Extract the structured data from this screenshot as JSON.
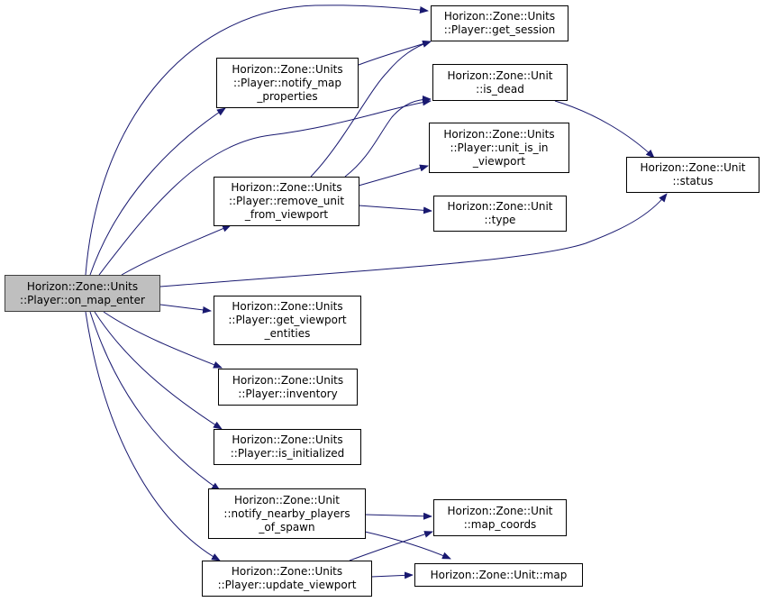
{
  "nodes": {
    "on_map_enter": {
      "lines": [
        "Horizon::Zone::Units",
        "::Player::on_map_enter"
      ]
    },
    "get_session": {
      "lines": [
        "Horizon::Zone::Units",
        "::Player::get_session"
      ]
    },
    "notify_map_properties": {
      "lines": [
        "Horizon::Zone::Units",
        "::Player::notify_map",
        "_properties"
      ]
    },
    "is_dead": {
      "lines": [
        "Horizon::Zone::Unit",
        "::is_dead"
      ]
    },
    "unit_is_in_viewport": {
      "lines": [
        "Horizon::Zone::Units",
        "::Player::unit_is_in",
        "_viewport"
      ]
    },
    "status": {
      "lines": [
        "Horizon::Zone::Unit",
        "::status"
      ]
    },
    "remove_unit_from_viewport": {
      "lines": [
        "Horizon::Zone::Units",
        "::Player::remove_unit",
        "_from_viewport"
      ]
    },
    "type": {
      "lines": [
        "Horizon::Zone::Unit",
        "::type"
      ]
    },
    "get_viewport_entities": {
      "lines": [
        "Horizon::Zone::Units",
        "::Player::get_viewport",
        "_entities"
      ]
    },
    "inventory": {
      "lines": [
        "Horizon::Zone::Units",
        "::Player::inventory"
      ]
    },
    "is_initialized": {
      "lines": [
        "Horizon::Zone::Units",
        "::Player::is_initialized"
      ]
    },
    "notify_nearby_players_of_spawn": {
      "lines": [
        "Horizon::Zone::Unit",
        "::notify_nearby_players",
        "_of_spawn"
      ]
    },
    "map_coords": {
      "lines": [
        "Horizon::Zone::Unit",
        "::map_coords"
      ]
    },
    "update_viewport": {
      "lines": [
        "Horizon::Zone::Units",
        "::Player::update_viewport"
      ]
    },
    "map": {
      "lines": [
        "Horizon::Zone::Unit::map"
      ]
    }
  },
  "colors": {
    "edge": "#191970",
    "root_fill": "#bfbfbf",
    "node_border": "#000000"
  }
}
